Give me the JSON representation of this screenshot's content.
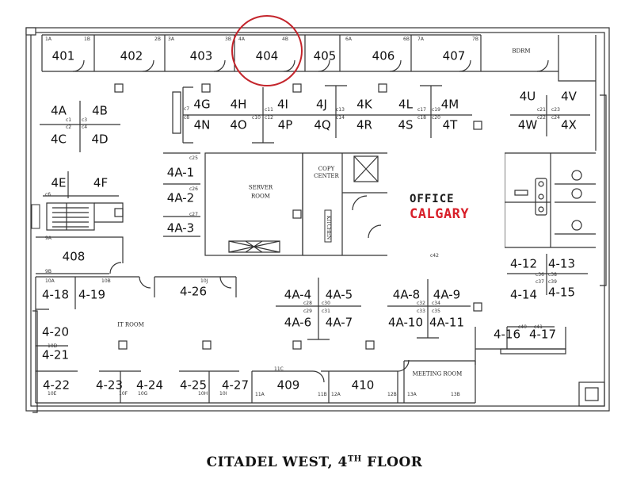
{
  "colors": {
    "line": "#333333",
    "highlight": "#c4252c",
    "logo_dark": "#1a1a1a",
    "logo_red": "#d8202a"
  },
  "highlighted_office": "404",
  "caption": {
    "main": "CITADEL WEST, 4",
    "sup": "TH",
    "tail": " FLOOR"
  },
  "logo": {
    "line1": "OFFICE",
    "line2": "CALGARY",
    "icon": "calgary-tower-icon"
  },
  "rooms": {
    "r401": "401",
    "r402": "402",
    "r403": "403",
    "r404": "404",
    "r405": "405",
    "r406": "406",
    "r407": "407",
    "r408": "408",
    "r409": "409",
    "r410": "410"
  },
  "stations": {
    "s4A": "4A",
    "s4B": "4B",
    "s4C": "4C",
    "s4D": "4D",
    "s4E": "4E",
    "s4F": "4F",
    "s4G": "4G",
    "s4H": "4H",
    "s4I": "4I",
    "s4J": "4J",
    "s4K": "4K",
    "s4L": "4L",
    "s4M": "4M",
    "s4N": "4N",
    "s4O": "4O",
    "s4P": "4P",
    "s4Q": "4Q",
    "s4R": "4R",
    "s4S": "4S",
    "s4T": "4T",
    "s4U": "4U",
    "s4V": "4V",
    "s4W": "4W",
    "s4X": "4X",
    "s4A1": "4A-1",
    "s4A2": "4A-2",
    "s4A3": "4A-3",
    "s4A4": "4A-4",
    "s4A5": "4A-5",
    "s4A6": "4A-6",
    "s4A7": "4A-7",
    "s4A8": "4A-8",
    "s4A9": "4A-9",
    "s4A10": "4A-10",
    "s4A11": "4A-11",
    "s412": "4-12",
    "s413": "4-13",
    "s414": "4-14",
    "s415": "4-15",
    "s416": "4-16",
    "s417": "4-17",
    "s418": "4-18",
    "s419": "4-19",
    "s420": "4-20",
    "s421": "4-21",
    "s422": "4-22",
    "s423": "4-23",
    "s424": "4-24",
    "s425": "4-25",
    "s426": "4-26",
    "s427": "4-27"
  },
  "areas": {
    "server_room": "SERVER ROOM",
    "copy_center": "COPY CENTER",
    "it_room": "IT ROOM",
    "meeting_room": "MEETING ROOM",
    "bdrm": "BDRM",
    "kitchen": "KITCHEN"
  },
  "tiny": {
    "t1A": "1A",
    "t1B": "1B",
    "t2B": "2B",
    "t3A": "3A",
    "t3B": "3B",
    "t4A": "4A",
    "t4B": "4B",
    "t6A": "6A",
    "t6B": "6B",
    "t7A": "7A",
    "t7B": "7B",
    "t9A": "9A",
    "t9B": "9B",
    "t10A": "10A",
    "t10B": "10B",
    "t10D": "10D",
    "t10E": "10E",
    "t10F": "10F",
    "t10G": "10G",
    "t10H": "10H",
    "t10I": "10I",
    "t10J": "10J",
    "t11A": "11A",
    "t11B": "11B",
    "t11C": "11C",
    "t12A": "12A",
    "t12B": "12B",
    "t13A": "13A",
    "t13B": "13B",
    "c1": "c1",
    "c2": "c2",
    "c3": "c3",
    "c4": "c4",
    "c6": "c6",
    "c7": "c7",
    "c8": "c8",
    "c10": "c10",
    "c11": "c11",
    "c12": "c12",
    "c13": "c13",
    "c14": "c14",
    "c17": "c17",
    "c18": "c18",
    "c19": "c19",
    "c20": "c20",
    "c21": "c21",
    "c22": "c22",
    "c23": "c23",
    "c24": "c24",
    "c25": "c25",
    "c26": "c26",
    "c27": "c27",
    "c28": "c28",
    "c29": "c29",
    "c30": "c30",
    "c31": "c31",
    "c32": "c32",
    "c33": "c33",
    "c34": "c34",
    "c35": "c35",
    "c36": "c36",
    "c37": "c37",
    "c38": "c38",
    "c39": "c39",
    "c40": "c40",
    "c41": "c41",
    "c42": "c42"
  }
}
